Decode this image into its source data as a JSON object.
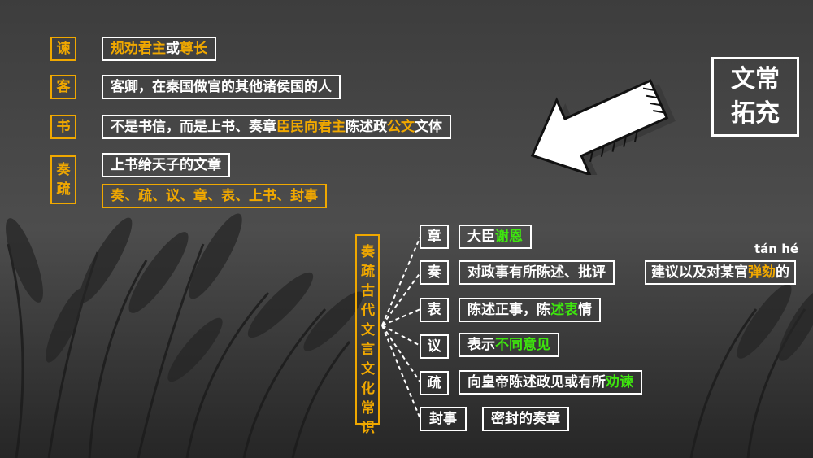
{
  "title": {
    "line1": "文常",
    "line2": "拓充"
  },
  "rows": {
    "jian": {
      "tag": "谏",
      "text1": "规劝君主",
      "text2": "或",
      "text3": "尊长"
    },
    "ke": {
      "tag": "客",
      "text": "客卿，在秦国做官的其他诸侯国的人"
    },
    "shu": {
      "tag": "书",
      "text1": "不是书信，而是上书、奏章",
      "text2": "臣民向君主",
      "text3": "陈述政",
      "text4": "公文",
      "text5": "文体"
    },
    "zoushu": {
      "tag1": "奏",
      "tag2": "疏",
      "text_a": "上书给天子的文章",
      "text_b": "奏、疏、议、章、表、上书、封事"
    }
  },
  "tree": {
    "root_label": "奏疏古代文言文化常识",
    "items": [
      {
        "key": "章",
        "def1": "大臣",
        "def2": "谢恩",
        "def3": ""
      },
      {
        "key": "奏",
        "def1": "对政事有所陈述、批评",
        "def2": "",
        "def3": ""
      },
      {
        "key": "表",
        "def1": "陈述正事，陈",
        "def2": "述衷",
        "def3": "情"
      },
      {
        "key": "议",
        "def1": "表示",
        "def2": "不同意见",
        "def3": ""
      },
      {
        "key": "疏",
        "def1": "向皇帝陈述政见或有所",
        "def2": "劝谏",
        "def3": ""
      },
      {
        "key": "封事",
        "def1": "密封的奏章",
        "def2": "",
        "def3": ""
      }
    ],
    "extra": {
      "text1": "建议以及对某官",
      "text2": "弹劾",
      "text3": "的",
      "pinyin": "tán hé"
    }
  },
  "colors": {
    "accent": "#f0a800",
    "highlight": "#3ee60e",
    "text": "#ffffff",
    "background": "#4a4a4a"
  },
  "icons": {
    "arrow": "big-white-arrow-icon"
  }
}
